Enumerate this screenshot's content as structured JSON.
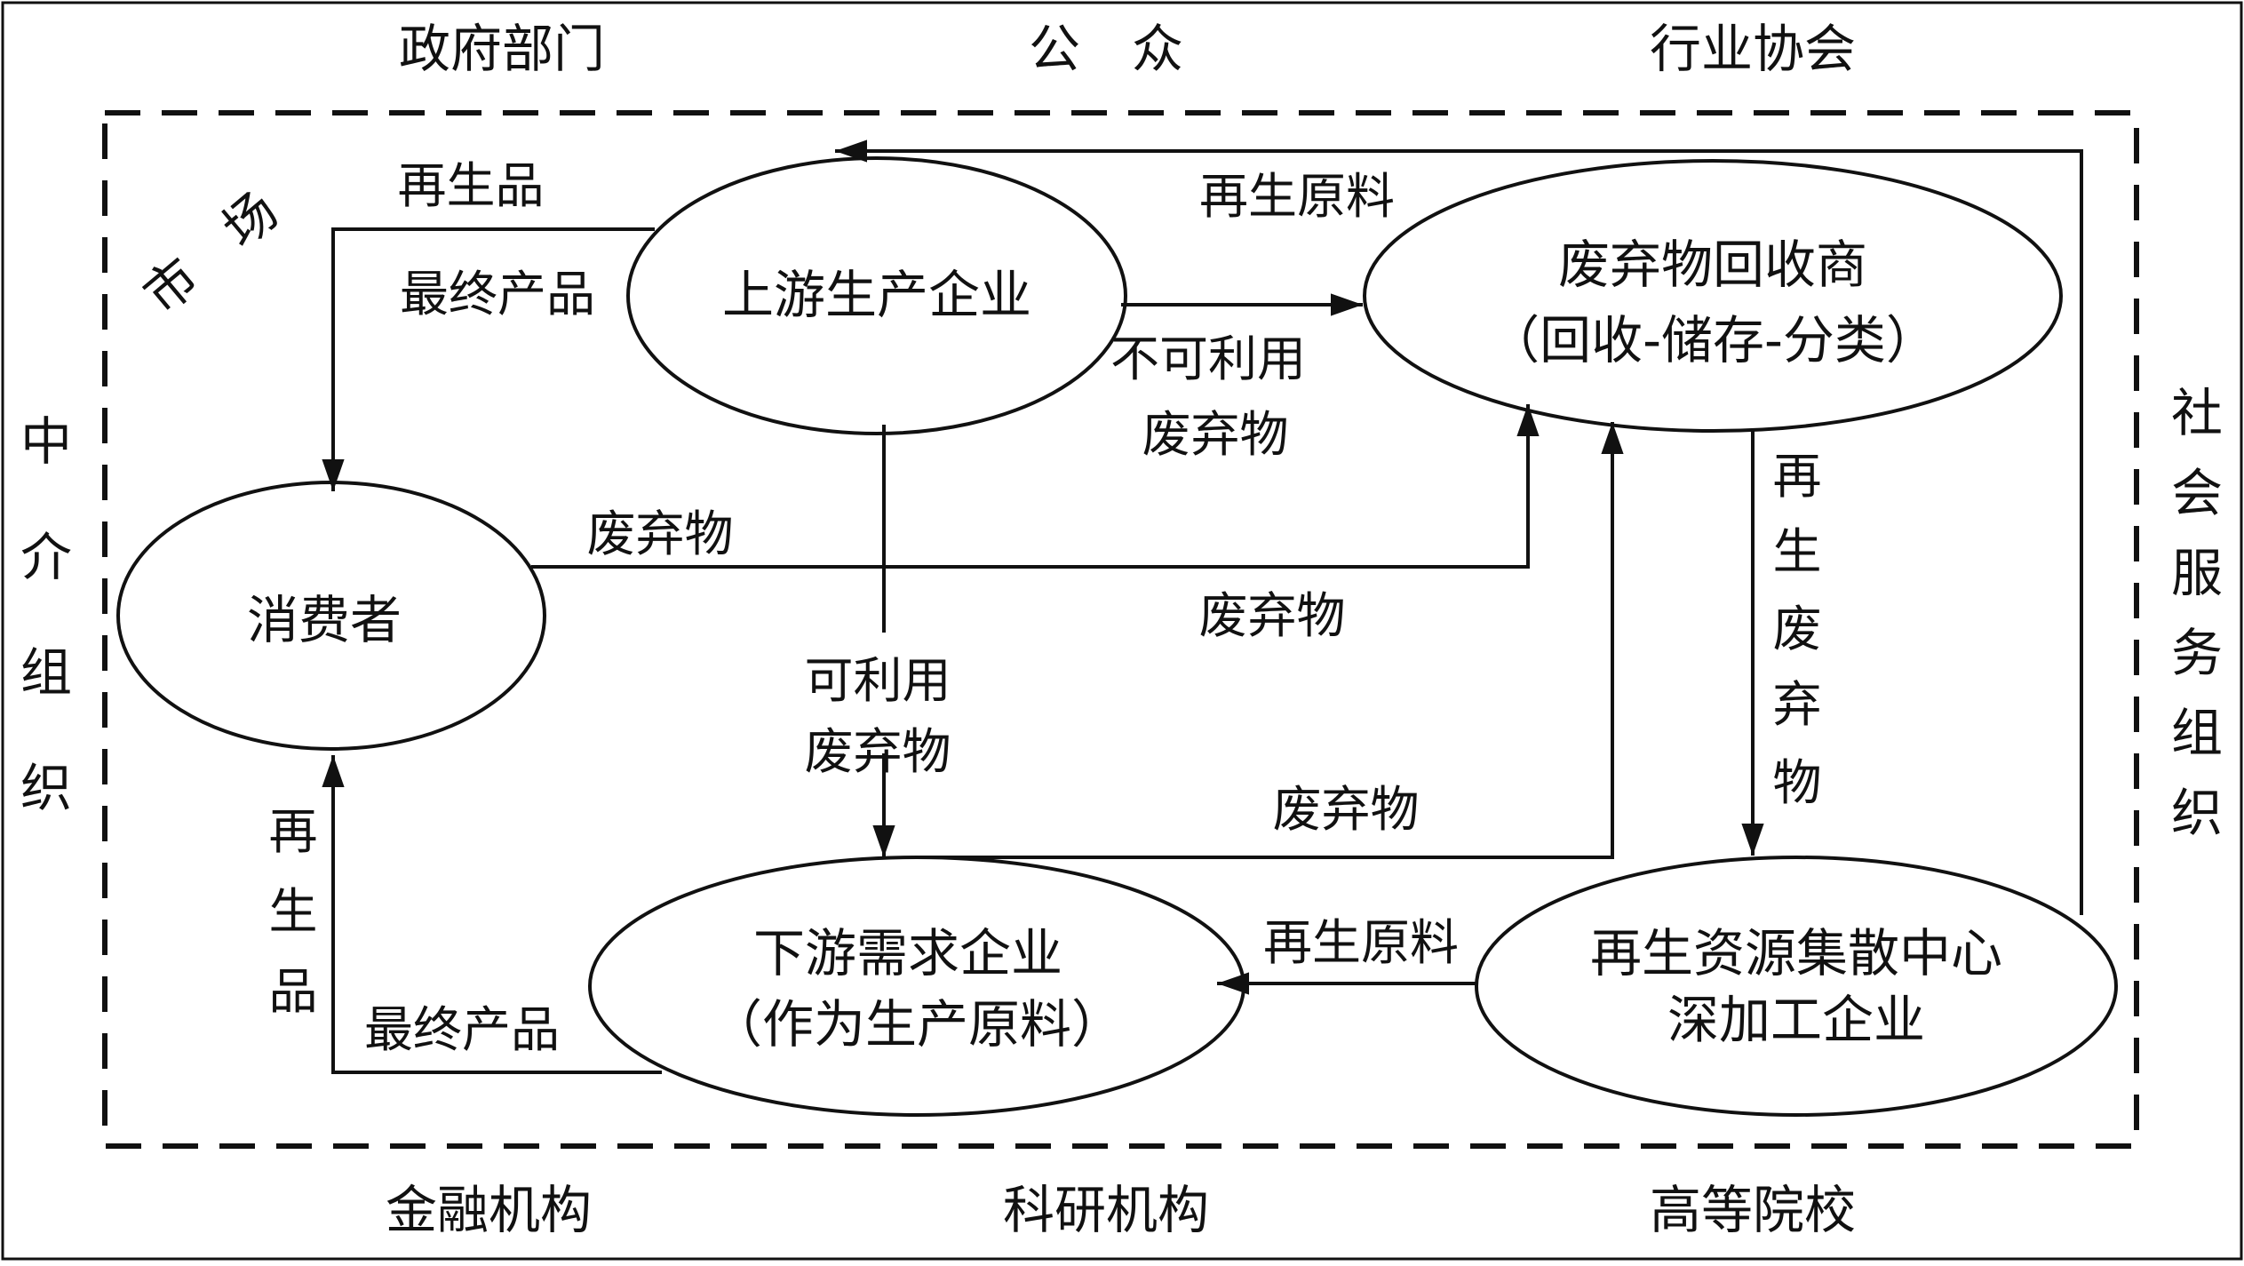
{
  "colors": {
    "stroke": "#111111",
    "background": "#ffffff"
  },
  "outer_labels": {
    "top": [
      "政府部门",
      "公　众",
      "行业协会"
    ],
    "bottom": [
      "金融机构",
      "科研机构",
      "高等院校"
    ],
    "left": [
      "中",
      "介",
      "组",
      "织"
    ],
    "right": [
      "社",
      "会",
      "服",
      "务",
      "组",
      "织"
    ]
  },
  "market_label": "市　场",
  "nodes": {
    "upstream": {
      "line1": "上游生产企业"
    },
    "recycler": {
      "line1": "废弃物回收商",
      "line2": "（回收-储存-分类）"
    },
    "consumer": {
      "line1": "消费者"
    },
    "downstream": {
      "line1": "下游需求企业",
      "line2": "（作为生产原料）"
    },
    "center": {
      "line1": "再生资源集散中心",
      "line2": "深加工企业"
    }
  },
  "edge_labels": {
    "recycled_product_top": "再生品",
    "final_product_top": "最终产品",
    "recycled_material_top": "再生原料",
    "unusable_waste_1": "不可利用",
    "unusable_waste_2": "废弃物",
    "consumer_waste_1": "废弃物",
    "consumer_waste_2": "废弃物",
    "usable_waste_1": "可利用",
    "usable_waste_2": "废弃物",
    "downstream_waste": "废弃物",
    "recycled_material_bottom": "再生原料",
    "final_product_bottom": "最终产品",
    "recycled_product_left": [
      "再",
      "生",
      "品"
    ],
    "recycled_waste_vertical": [
      "再",
      "生",
      "废",
      "弃",
      "物"
    ]
  }
}
